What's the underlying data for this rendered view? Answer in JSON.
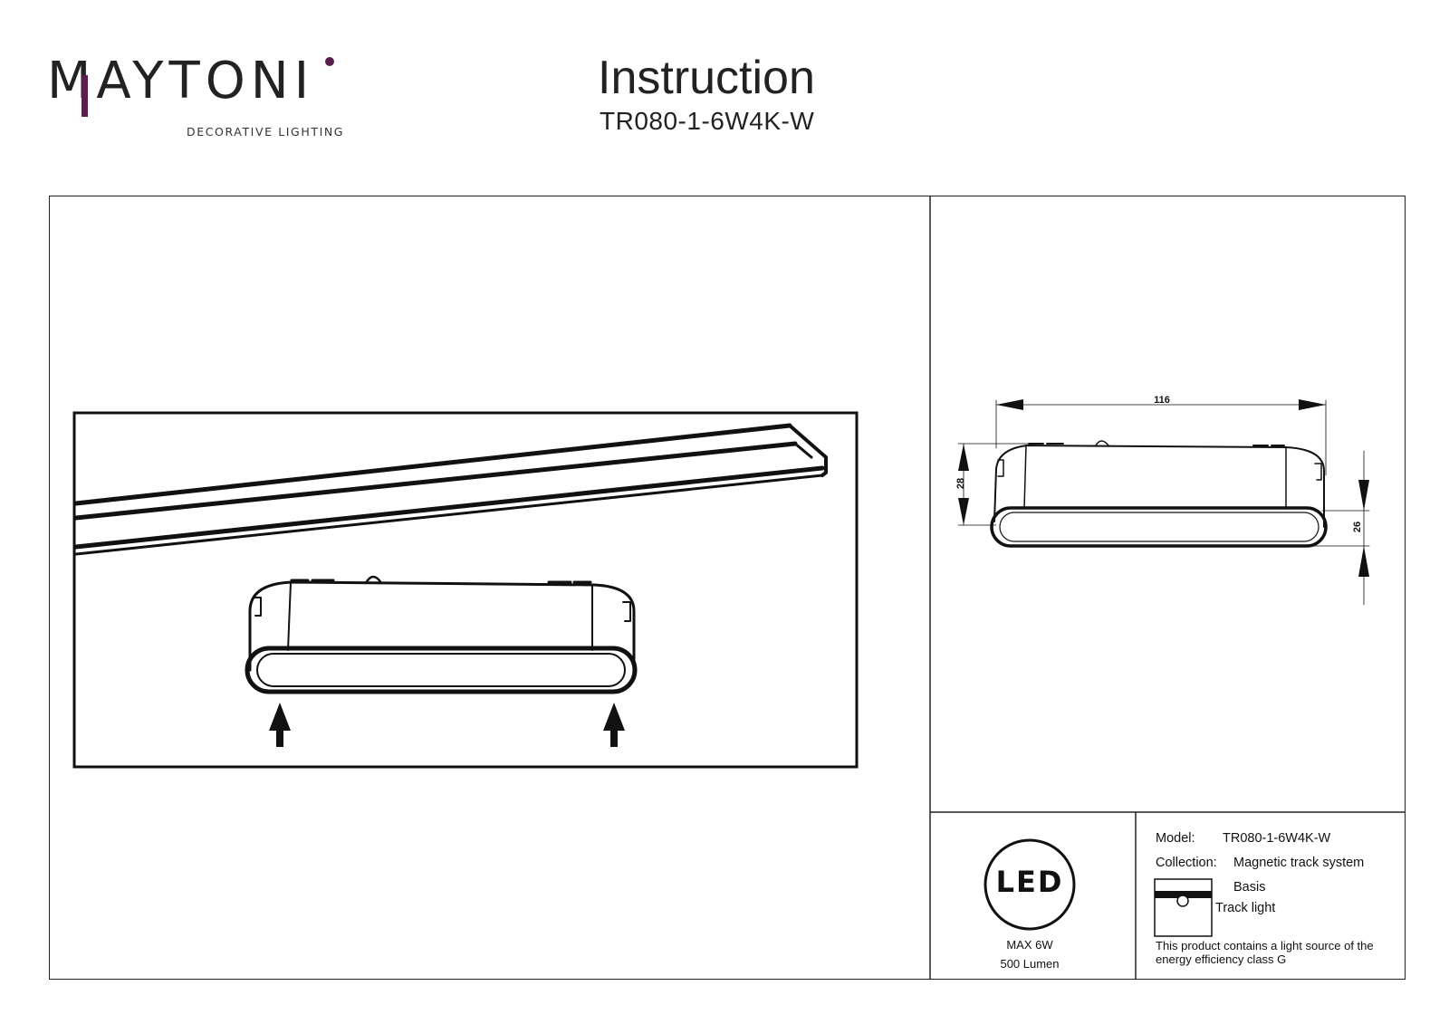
{
  "logo": {
    "brand": "MAYTONI",
    "tagline": "DECORATIVE LIGHTING"
  },
  "header": {
    "title": "Instruction",
    "model": "TR080-1-6W4K-W"
  },
  "drawing": {
    "width_dim": "116",
    "height_dim": "28",
    "depth_dim": "26"
  },
  "spec": {
    "led_label": "LED",
    "power": "MAX 6W",
    "lumen": "500 Lumen"
  },
  "info": {
    "model_label": "Model:",
    "model_value": "TR080-1-6W4K-W",
    "collection_label": "Collection:",
    "collection_value": "Magnetic track system",
    "series": "Basis",
    "type": "Track light",
    "energy_note_line1": "This product contains a light source of the",
    "energy_note_line2": "energy efficiency class G"
  }
}
